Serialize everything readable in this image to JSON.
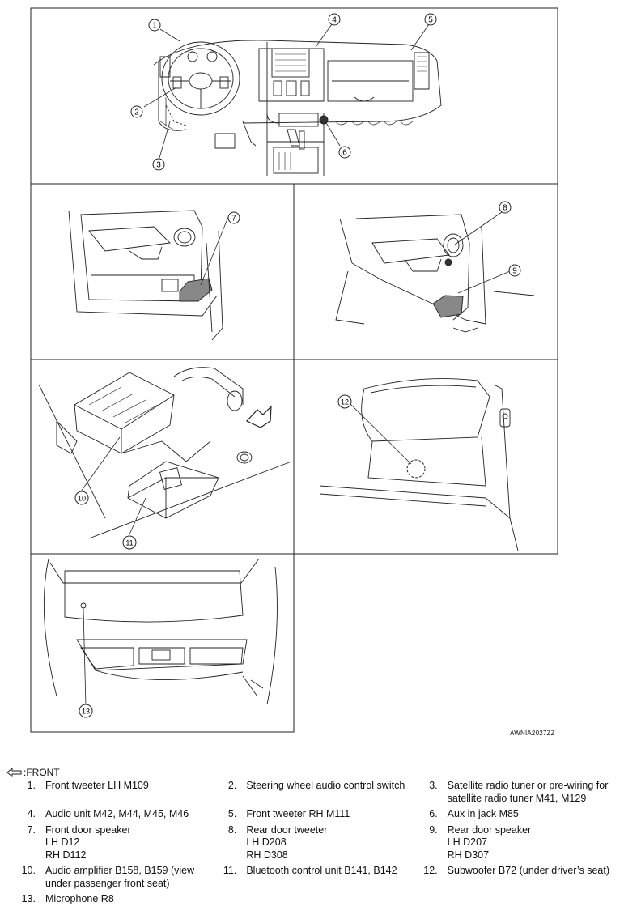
{
  "figure": {
    "code": "AWNIA2027ZZ",
    "callouts": [
      "1",
      "2",
      "3",
      "4",
      "5",
      "6",
      "7",
      "8",
      "9",
      "10",
      "11",
      "12",
      "13"
    ]
  },
  "front_label": ":FRONT",
  "legend": [
    {
      "num": "1.",
      "text": "Front tweeter LH M109"
    },
    {
      "num": "2.",
      "text": "Steering wheel audio control switch"
    },
    {
      "num": "3.",
      "text": "Satellite radio tuner or pre-wiring for satellite radio tuner M41, M129"
    },
    {
      "num": "4.",
      "text": "Audio unit M42, M44, M45, M46"
    },
    {
      "num": "5.",
      "text": "Front tweeter RH M111"
    },
    {
      "num": "6.",
      "text": "Aux in jack M85"
    },
    {
      "num": "7.",
      "text": "Front door speaker\nLH D12\nRH D112"
    },
    {
      "num": "8.",
      "text": "Rear door tweeter\nLH D208\nRH D308"
    },
    {
      "num": "9.",
      "text": "Rear door speaker\nLH D207\nRH D307"
    },
    {
      "num": "10.",
      "text": "Audio amplifier B158, B159 (view under passenger front seat)"
    },
    {
      "num": "11.",
      "text": "Bluetooth control unit B141, B142"
    },
    {
      "num": "12.",
      "text": "Subwoofer B72 (under driver’s seat)"
    },
    {
      "num": "13.",
      "text": "Microphone R8"
    }
  ]
}
